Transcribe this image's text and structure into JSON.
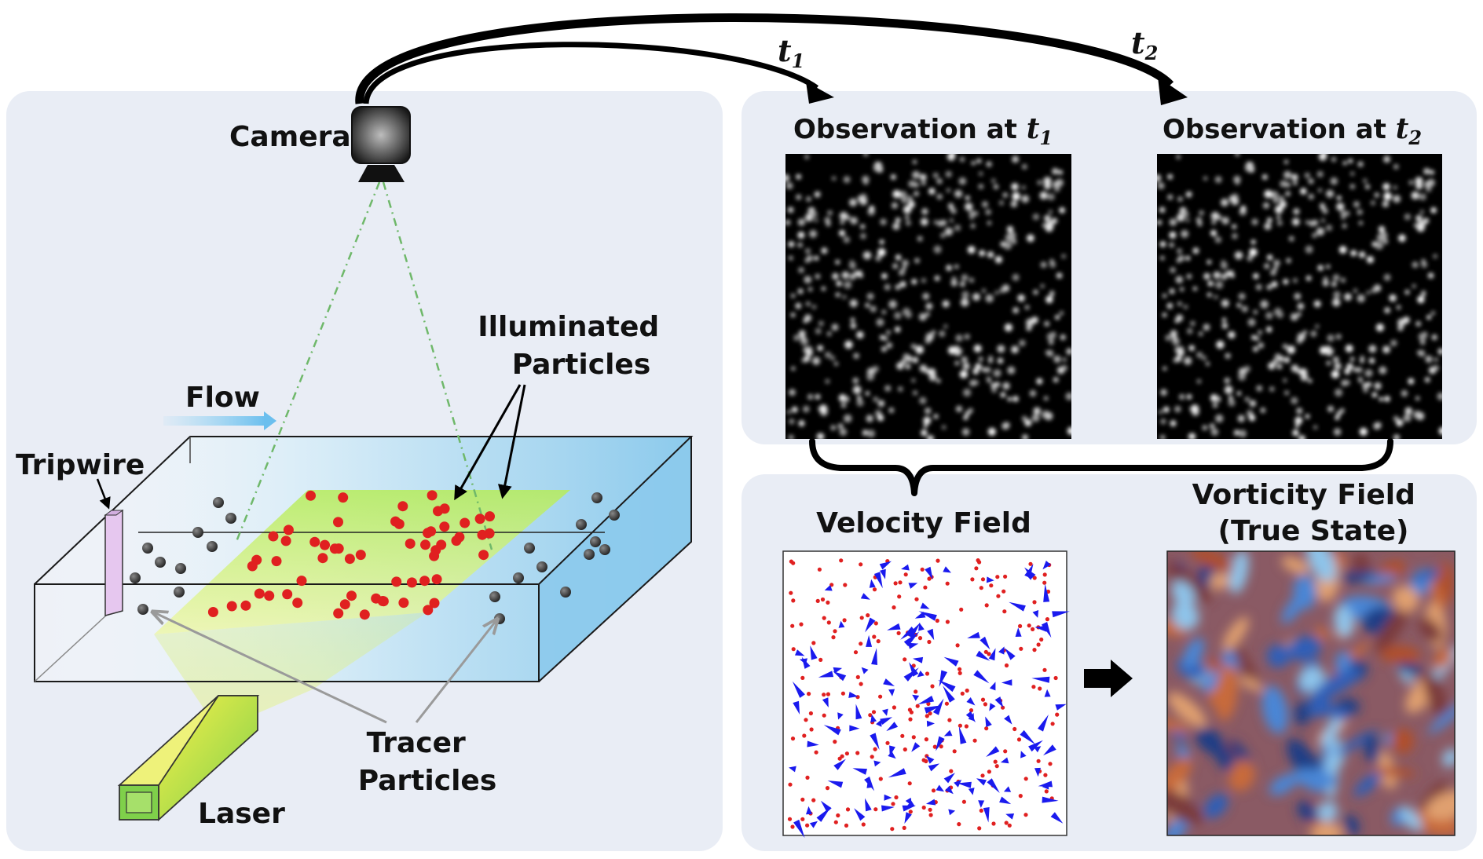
{
  "labels": {
    "camera": "Camera",
    "flow": "Flow",
    "tripwire": "Tripwire",
    "illuminated_line1": "Illuminated",
    "illuminated_line2": "Particles",
    "tracer_line1": "Tracer",
    "tracer_line2": "Particles",
    "laser": "Laser",
    "t1": "t",
    "t1_sub": "1",
    "t2": "t",
    "t2_sub": "2",
    "obs1_prefix": "Observation at ",
    "obs1_var": "t",
    "obs1_sub": "1",
    "obs2_prefix": "Observation at ",
    "obs2_var": "t",
    "obs2_sub": "2",
    "velocity": "Velocity Field",
    "vorticity_line1": "Vorticity Field",
    "vorticity_line2": "(True State)"
  },
  "colors": {
    "panel_bg": "#e9edf5",
    "tank_water": "#8ccaec",
    "laser_sheet": "#c6ef6a",
    "illuminated_particle": "#e02020",
    "tracer_particle": "#333333",
    "velocity_arrow": "#1a1aee",
    "velocity_dot": "#e02020",
    "vorticity_warm": "#c0562a",
    "vorticity_cool": "#3a6cc8"
  }
}
